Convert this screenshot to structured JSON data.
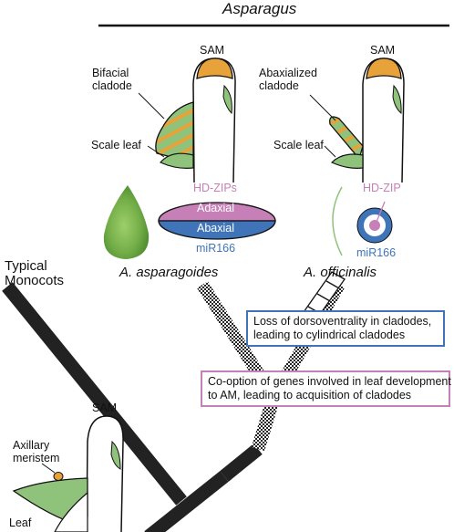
{
  "header": {
    "title": "Asparagus"
  },
  "left_panel": {
    "cladode_label": "Bifacial\ncladode",
    "sam_label": "SAM",
    "scale_leaf_label": "Scale leaf",
    "genes_top": "HD-ZIPs",
    "adaxial": "Adaxial",
    "abaxial": "Abaxial",
    "mirna": "miR166",
    "species": "A. asparagoides"
  },
  "right_panel": {
    "cladode_label": "Abaxialized\ncladode",
    "sam_label": "SAM",
    "scale_leaf_label": "Scale leaf",
    "genes_top": "HD-ZIP",
    "mirna": "miR166",
    "species": "A. officinalis"
  },
  "tree": {
    "outgroup_label": "Typical\nMonocots",
    "event_dorsoventrality": "Loss of dorsoventrality in cladodes,\nleading to cylindrical cladodes",
    "event_cooption": "Co-option of genes involved in leaf development\nto AM, leading to acquisition of cladodes"
  },
  "bottom_panel": {
    "sam_label": "SAM",
    "axillary_label": "Axillary\nmeristem",
    "leaf_label": "Leaf"
  },
  "colors": {
    "orange": "#e8a23a",
    "green": "#8fc27a",
    "pink": "#c77fb8",
    "blue": "#3f74b8"
  }
}
